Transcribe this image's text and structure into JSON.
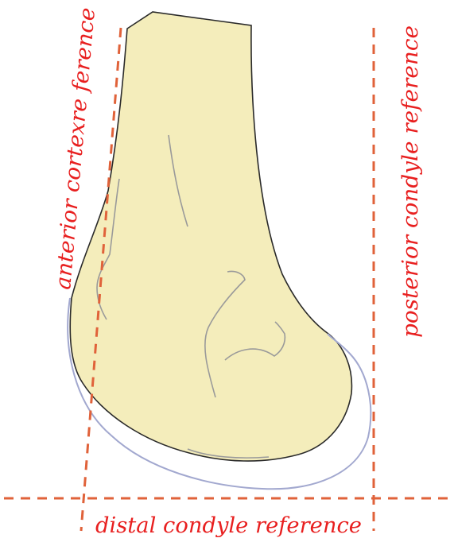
{
  "labels": {
    "anterior": "anterior cortexre ference",
    "posterior": "posterior condyle reference",
    "distal": "distal condyle reference"
  },
  "colors": {
    "bone_fill": "#f4edbb",
    "bone_outline": "#2a2a2a",
    "reference_line": "#e0623a",
    "label_text": "#e81f1f",
    "cartilage_line": "#9fa6cc",
    "contour_line": "#9a9a9a"
  }
}
